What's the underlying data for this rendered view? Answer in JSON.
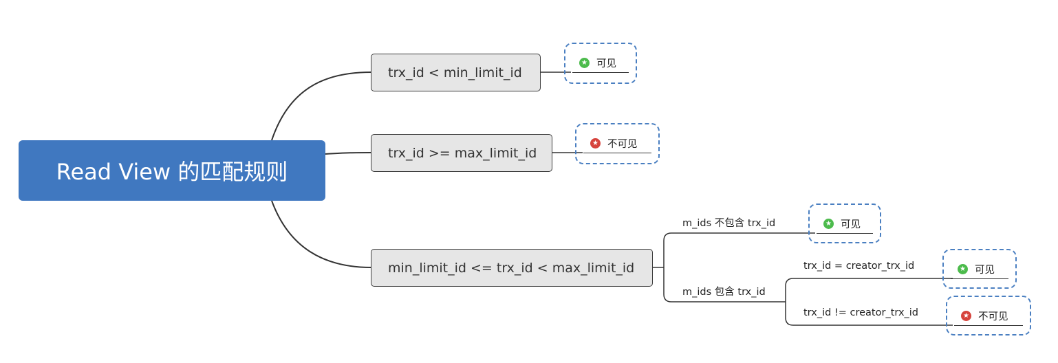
{
  "root": {
    "title": "Read View 的匹配规则"
  },
  "branches": [
    {
      "label": "trx_id < min_limit_id",
      "result": {
        "label": "可见",
        "status": "visible",
        "icon": "star-badge-icon"
      }
    },
    {
      "label": "trx_id >= max_limit_id",
      "result": {
        "label": "不可见",
        "status": "invisible",
        "icon": "star-badge-icon"
      }
    },
    {
      "label": "min_limit_id <= trx_id < max_limit_id",
      "children": [
        {
          "label": "m_ids 不包含 trx_id",
          "result": {
            "label": "可见",
            "status": "visible",
            "icon": "star-badge-icon"
          }
        },
        {
          "label": "m_ids 包含 trx_id",
          "children": [
            {
              "label": "trx_id = creator_trx_id",
              "result": {
                "label": "可见",
                "status": "visible",
                "icon": "star-badge-icon"
              }
            },
            {
              "label": "trx_id != creator_trx_id",
              "result": {
                "label": "不可见",
                "status": "invisible",
                "icon": "star-badge-icon"
              }
            }
          ]
        }
      ]
    }
  ],
  "colors": {
    "root_fill": "#4078c0",
    "branch_fill": "#e6e6e6",
    "result_border": "#4a7fc1",
    "visible_badge": "#4cbb4c",
    "invisible_badge": "#d6433c",
    "line": "#333333"
  }
}
